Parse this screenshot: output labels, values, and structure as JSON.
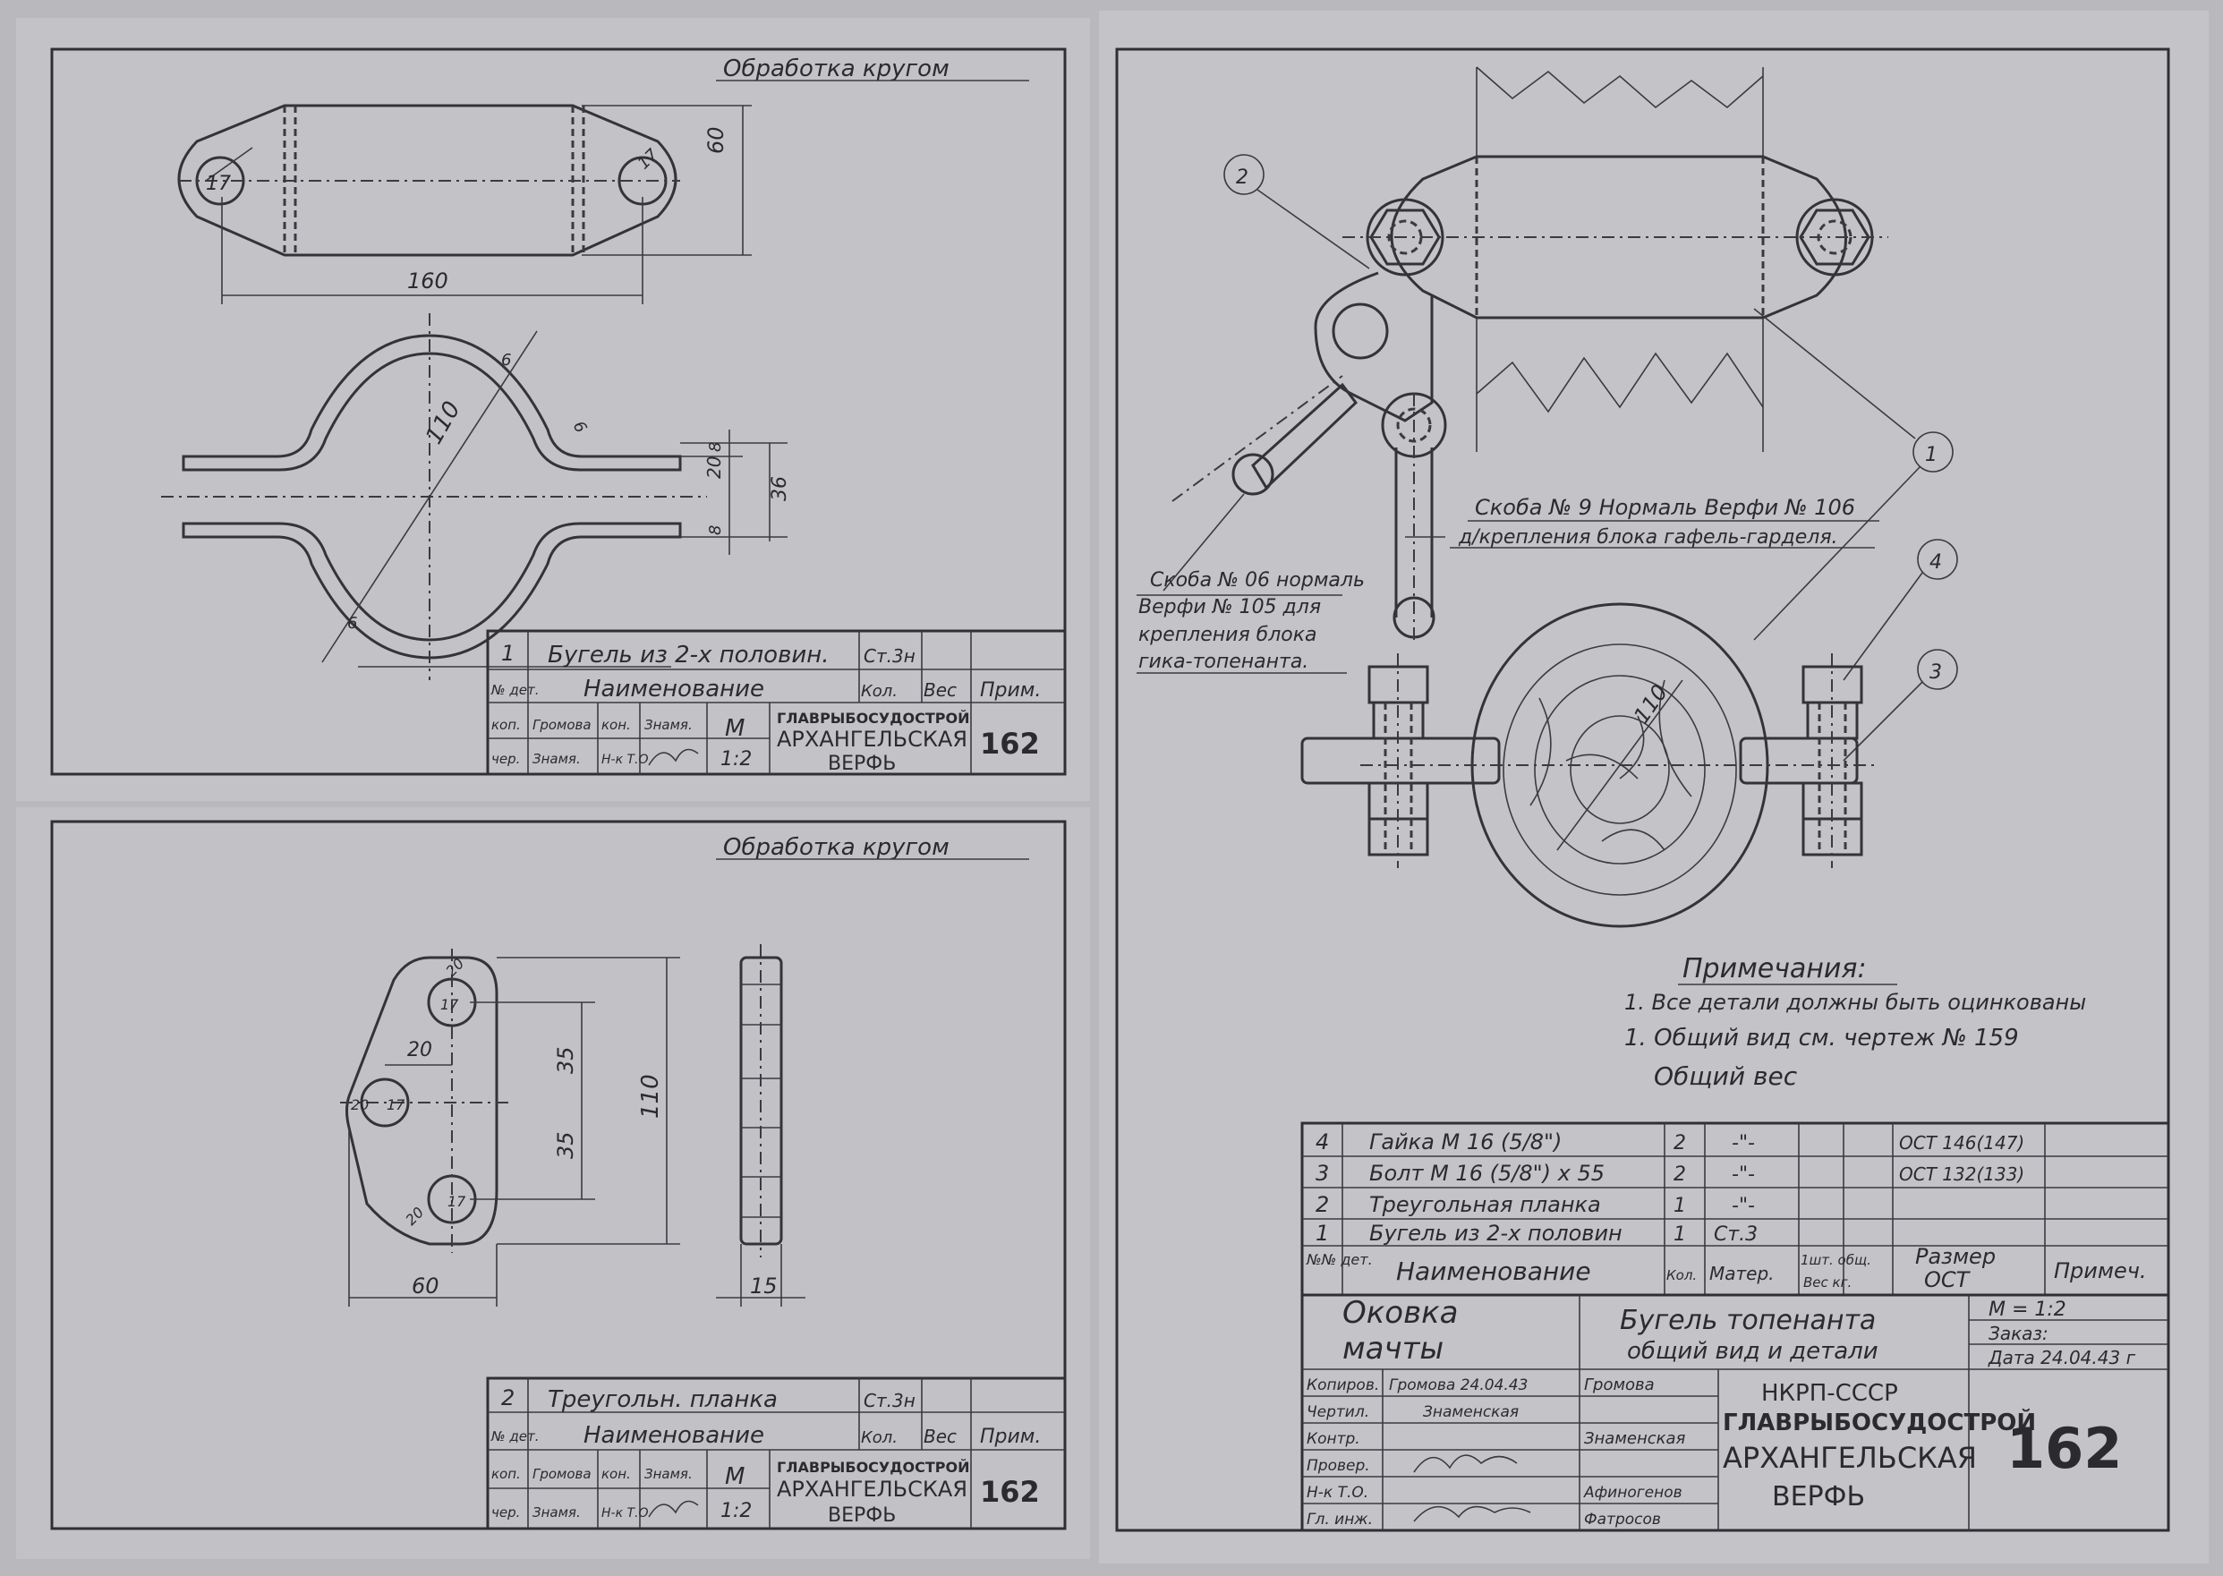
{
  "sheet1": {
    "note": "Обработка кругом",
    "dims": {
      "len": "160",
      "h": "60",
      "d1": "17",
      "d2": "17",
      "dia": "110",
      "t1": "6",
      "r": "6",
      "s1": "20",
      "s2": "8",
      "s3": "8",
      "s4": "36",
      "t2": "6"
    },
    "table": {
      "row_no": "1",
      "row_name": "Бугель из 2-х половин.",
      "row_mat": "Ст.3н",
      "h_no": "№ дет.",
      "h_name": "Наименование",
      "h_qty": "Кол.",
      "h_weight": "Вес",
      "h_note": "Прим.",
      "kop": "коп.",
      "kop_name": "Громова",
      "chk": "кон.",
      "chk_name": "Знамя.",
      "cher": "чер.",
      "cher_name": "Знамя.",
      "nk": "Н-к Т.О",
      "scale_l": "М",
      "scale_v": "1:2",
      "org1": "ГЛАВРЫБОСУДОСТРОЙ",
      "org2": "АРХАНГЕЛЬСКАЯ",
      "org3": "ВЕРФЬ",
      "num": "162"
    }
  },
  "sheet2": {
    "note": "Обработка кругом",
    "dims": {
      "d1": "20",
      "h1": "17",
      "w1": "20",
      "d2": "20",
      "h2": "17",
      "a": "35",
      "b": "35",
      "tot": "110",
      "d3": "20",
      "h3": "17",
      "w": "60",
      "th": "15"
    },
    "table": {
      "row_no": "2",
      "row_name": "Треугольн. планка",
      "row_mat": "Ст.3н",
      "h_no": "№ дет.",
      "h_name": "Наименование",
      "h_qty": "Кол.",
      "h_weight": "Вес",
      "h_note": "Прим.",
      "kop": "коп.",
      "kop_name": "Громова",
      "chk": "кон.",
      "chk_name": "Знамя.",
      "cher": "чер.",
      "cher_name": "Знамя.",
      "nk": "Н-к Т.О",
      "scale_l": "М",
      "scale_v": "1:2",
      "org1": "ГЛАВРЫБОСУДОСТРОЙ",
      "org2": "АРХАНГЕЛЬСКАЯ",
      "org3": "ВЕРФЬ",
      "num": "162"
    }
  },
  "sheet3": {
    "callouts": {
      "c1": "1",
      "c2": "2",
      "c3": "3",
      "c4": "4"
    },
    "dim_110": "110",
    "label1_a": "Скоба № 9 Нормаль Верфи № 106",
    "label1_b": "д/крепления блока гафель-гарделя.",
    "label2_a": "Скоба № 06 нормаль",
    "label2_b": "Верфи № 105 для",
    "label2_c": "крепления блока",
    "label2_d": "гика-топенанта.",
    "notes_title": "Примечания:",
    "note1": "1. Все детали должны быть оцинкованы",
    "note2": "1. Общий вид см. чертеж № 159",
    "weight": "Общий вес",
    "spec": [
      {
        "no": "4",
        "name": "Гайка М 16 (5/8\")",
        "qty": "2",
        "mat": "-\"-",
        "std": "ОСТ 146(147)"
      },
      {
        "no": "3",
        "name": "Болт М 16 (5/8\") х 55",
        "qty": "2",
        "mat": "-\"-",
        "std": "ОСТ 132(133)"
      },
      {
        "no": "2",
        "name": "Треугольная планка",
        "qty": "1",
        "mat": "-\"-",
        "std": ""
      },
      {
        "no": "1",
        "name": "Бугель из 2-х половин",
        "qty": "1",
        "mat": "Ст.3",
        "std": ""
      }
    ],
    "spec_head": {
      "no": "№№ дет.",
      "name": "Наименование",
      "qty": "Кол.",
      "mat": "Матер.",
      "w1": "1шт. общ.",
      "w2": "Вес кг.",
      "std1": "Размер",
      "std2": "ОСТ",
      "note": "Примеч."
    },
    "title_left1": "Оковка",
    "title_left2": "мачты",
    "title_mid1": "Бугель топенанта",
    "title_mid2": "общий вид и детали",
    "scale": "М = 1:2",
    "order": "Заказ:",
    "date": "Дата 24.04.43 г",
    "roles": [
      "Копиров.",
      "Чертил.",
      "Контр.",
      "Провер.",
      "Н-к Т.О.",
      "Гл. инж."
    ],
    "names1": [
      "Громова 24.04.43",
      "Знаменская",
      "",
      "",
      "",
      ""
    ],
    "names2": [
      "Громова",
      "",
      "Знаменская",
      "",
      "Афиногенов",
      "Фатросов"
    ],
    "org0": "НКРП-СССР",
    "org1": "ГЛАВРЫБОСУДОСТРОЙ",
    "org2": "АРХАНГЕЛЬСКАЯ",
    "org3": "ВЕРФЬ",
    "num": "162"
  }
}
